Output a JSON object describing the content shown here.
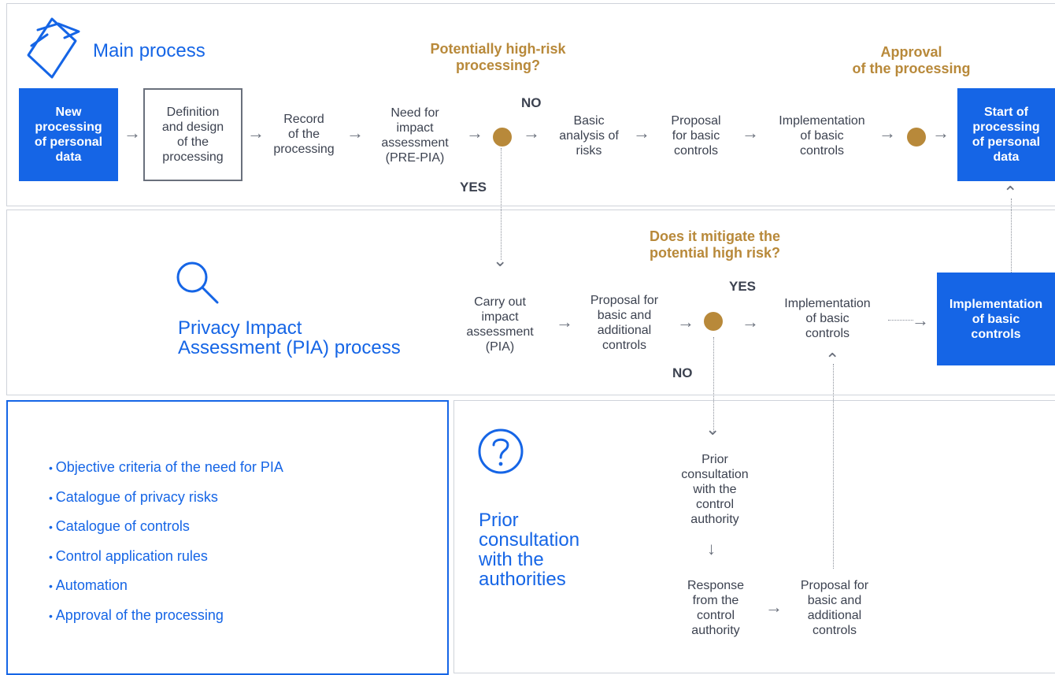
{
  "main_process": {
    "title": "Main process",
    "steps": {
      "new_processing": "New\nprocessing\nof personal\ndata",
      "definition": "Definition\nand design\nof the\nprocessing",
      "record": "Record\nof the\nprocessing",
      "need_impact": "Need for\nimpact\nassessment\n(PRE-PIA)",
      "basic_analysis": "Basic\nanalysis of\nrisks",
      "proposal_basic": "Proposal\nfor basic\ncontrols",
      "implementation_basic": "Implementation\nof basic\ncontrols",
      "start_processing": "Start of\nprocessing\nof personal\ndata"
    },
    "question_high_risk": "Potentially high-risk\nprocessing?",
    "question_approval": "Approval\nof the processing",
    "no_label": "NO",
    "yes_label": "YES"
  },
  "pia_process": {
    "title": "Privacy Impact\nAssessment (PIA) process",
    "steps": {
      "carry_out": "Carry out\nimpact\nassessment\n(PIA)",
      "proposal_additional": "Proposal for\nbasic and\nadditional\ncontrols",
      "implementation_basic": "Implementation\nof basic\ncontrols",
      "implementation_final": "Implementation\nof basic\ncontrols"
    },
    "question_mitigate": "Does it mitigate the\npotential high risk?",
    "yes_label": "YES",
    "no_label": "NO"
  },
  "criteria": {
    "items": [
      "Objective criteria of the need for PIA",
      "Catalogue of privacy risks",
      "Catalogue of controls",
      "Control application rules",
      "Automation",
      "Approval of the processing"
    ]
  },
  "prior_consultation": {
    "title": "Prior\nconsultation\nwith the\nauthorities",
    "steps": {
      "prior": "Prior\nconsultation\nwith the\ncontrol\nauthority",
      "response": "Response\nfrom the\ncontrol\nauthority",
      "proposal": "Proposal for\nbasic and\nadditional\ncontrols"
    }
  },
  "colors": {
    "accent_blue": "#1565e6",
    "decision_gold": "#b8893a",
    "text_gray": "#3c4250"
  },
  "icons": {
    "main": "hand-shape-icon",
    "pia": "magnifier-icon",
    "prior": "question-circle-icon"
  }
}
